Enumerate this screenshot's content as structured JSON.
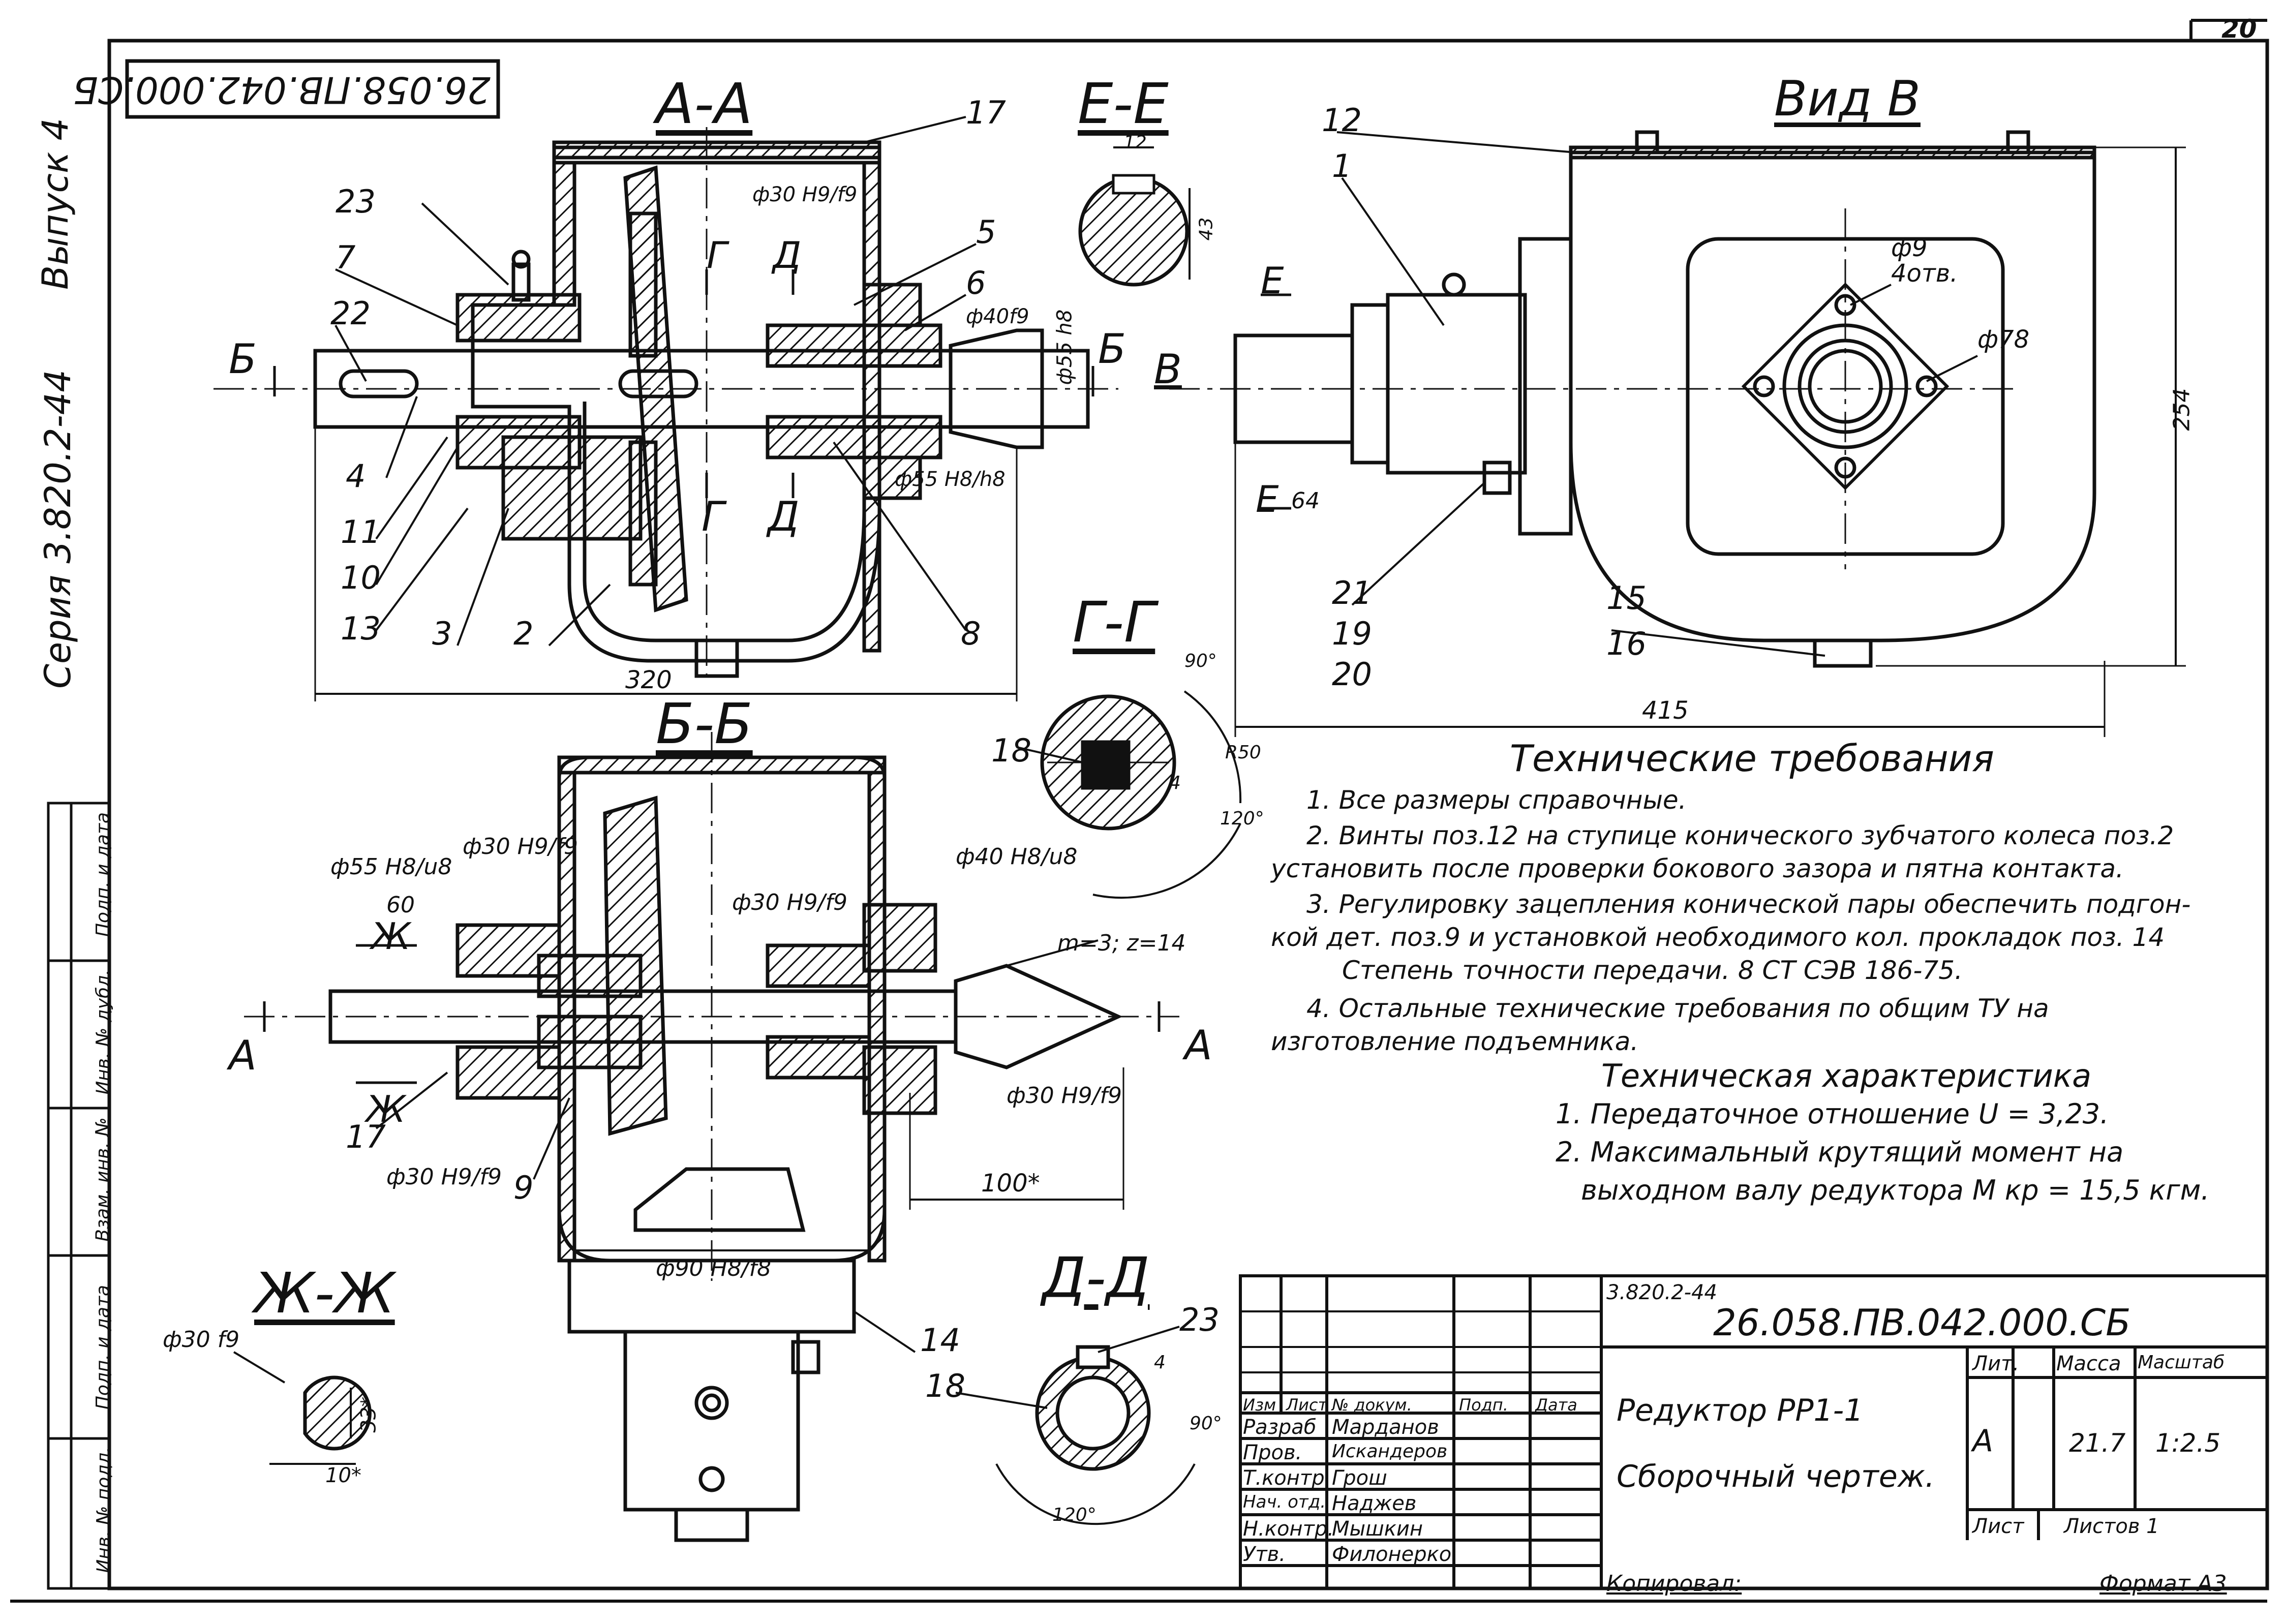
{
  "sheet": {
    "page_number": "20",
    "code_rotated": "26.058.ПВ.042.000.СБ",
    "side_text": [
      "Выпуск 4",
      "Серия 3.820.2-44"
    ]
  },
  "views": {
    "aa": "А-А",
    "ee": "Е-Е",
    "vid_v": "Вид В",
    "bb": "Б-Б",
    "gg": "Г-Г",
    "zhzh": "Ж-Ж",
    "dd": "Д-Д"
  },
  "callouts": {
    "aa_view": [
      "23",
      "7",
      "22",
      "4",
      "11",
      "10",
      "13",
      "3",
      "2",
      "17",
      "5",
      "6",
      "8"
    ],
    "vid_v": [
      "12",
      "1",
      "21",
      "19",
      "20",
      "15",
      "16"
    ],
    "bb_view": [
      "17",
      "9",
      "14"
    ],
    "gg_view": [
      "18"
    ],
    "dd_view": [
      "23",
      "18"
    ]
  },
  "dimensions": {
    "aa_len": "320",
    "aa_phi30": "ф30 H9/f9",
    "aa_phi40": "ф40f9",
    "aa_phi55": "ф55 h8",
    "aa_phi55b": "ф55 H8/h8",
    "ee_12": "12",
    "ee_43": "43",
    "vv_phi9": "ф9",
    "vv_4otv": "4отв.",
    "vv_phi78": "ф78",
    "vv_254": "254",
    "vv_415": "415",
    "vv_64": "64",
    "bb_phi55": "ф55 H8/u8",
    "bb_phi30a": "ф30 H9/f9",
    "bb_phi30b": "ф30 H9/f9",
    "bb_phi40": "ф40 H8/u8",
    "bb_60": "60",
    "bb_mz": "m=3; z=14",
    "bb_phi30c": "ф30 H9/f9",
    "bb_phi30d": "ф30 H9/f9",
    "bb_100": "100*",
    "bb_phi90": "ф90 H8/f8",
    "gg_90": "90°",
    "gg_120": "120°",
    "gg_r50": "R50",
    "gg_4": "4",
    "zh_phi30": "ф30 f9",
    "zh_33": "33*",
    "zh_10": "10*",
    "dd_90": "90°",
    "dd_120": "120°",
    "dd_4": "4"
  },
  "section_marks": {
    "b": "Б",
    "v": "В",
    "g": "Г",
    "d": "Д",
    "e": "Е",
    "a": "А",
    "zh": "Ж"
  },
  "tech_requirements": {
    "title": "Технические требования",
    "items": [
      "1. Все размеры справочные.",
      "2. Винты поз.12 на ступице конического зубчатого колеса поз.2",
      "установить после проверки бокового зазора и пятна контакта.",
      "3. Регулировку зацепления конической пары обеспечить подгон-",
      "кой дет. поз.9 и установкой необходимого кол. прокладок поз. 14",
      "Степень точности передачи. 8 СТ СЭВ 186-75.",
      "4. Остальные технические требования по общим ТУ на",
      "изготовление подъемника."
    ]
  },
  "tech_characteristics": {
    "title": "Техническая характеристика",
    "items": [
      "1. Передаточное отношение  U = 3,23.",
      "2. Максимальный крутящий момент на",
      "выходном валу редуктора  М кр = 15,5 кгм."
    ]
  },
  "left_strip": [
    "Подп. и дата",
    "Инв. № дубл.",
    "Взам. инв. №",
    "Подп. и дата",
    "Инв. № подл."
  ],
  "title_block": {
    "series": "3.820.2-44",
    "doc_code": "26.058.ПВ.042.000.СБ",
    "name_line1": "Редуктор   РР1-1",
    "name_line2": "Сборочный чертеж.",
    "headers": [
      "Изм",
      "Лист",
      "№ докум.",
      "Подп.",
      "Дата"
    ],
    "rows": [
      {
        "role": "Разраб",
        "name": "Марданов"
      },
      {
        "role": "Пров.",
        "name": "Искандеров"
      },
      {
        "role": "Т.контр.",
        "name": "Грош"
      },
      {
        "role": "Н.контр.",
        "name": "Мышкин"
      },
      {
        "role": "Утв.",
        "name": "Филонерко"
      }
    ],
    "row_extra": {
      "role": "Нач. отд.",
      "name": "Наджев"
    },
    "lit_label": "Лит.",
    "mass_label": "Масса",
    "scale_label": "Масштаб",
    "lit_value": "А",
    "mass_value": "21.7",
    "scale_value": "1:2.5",
    "sheet_label": "Лист",
    "sheets_label": "Листов  1",
    "copied": "Копировал:",
    "format": "Формат А3"
  }
}
